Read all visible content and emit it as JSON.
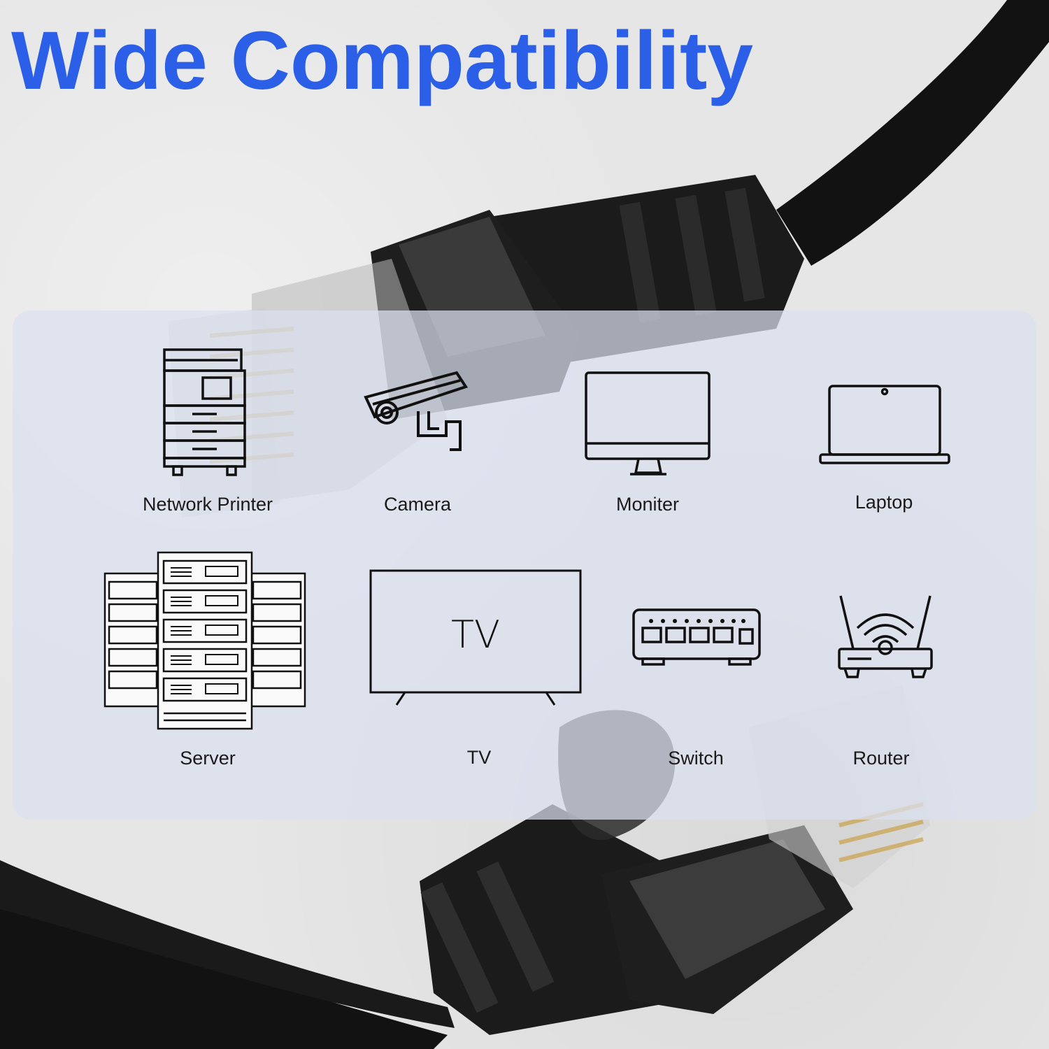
{
  "headline": "Wide Compatibility",
  "colors": {
    "headline": "#2b5fe7",
    "panel": "#dbe0f0",
    "cable": "#141414"
  },
  "devices": [
    {
      "label": "Network Printer",
      "icon": "network-printer-icon"
    },
    {
      "label": "Camera",
      "icon": "security-camera-icon"
    },
    {
      "label": "Moniter",
      "icon": "monitor-icon"
    },
    {
      "label": "Laptop",
      "icon": "laptop-icon"
    },
    {
      "label": "Server",
      "icon": "server-rack-icon"
    },
    {
      "label": "TV",
      "icon": "tv-icon",
      "screen_text": "TV"
    },
    {
      "label": "Switch",
      "icon": "network-switch-icon"
    },
    {
      "label": "Router",
      "icon": "wifi-router-icon"
    }
  ]
}
